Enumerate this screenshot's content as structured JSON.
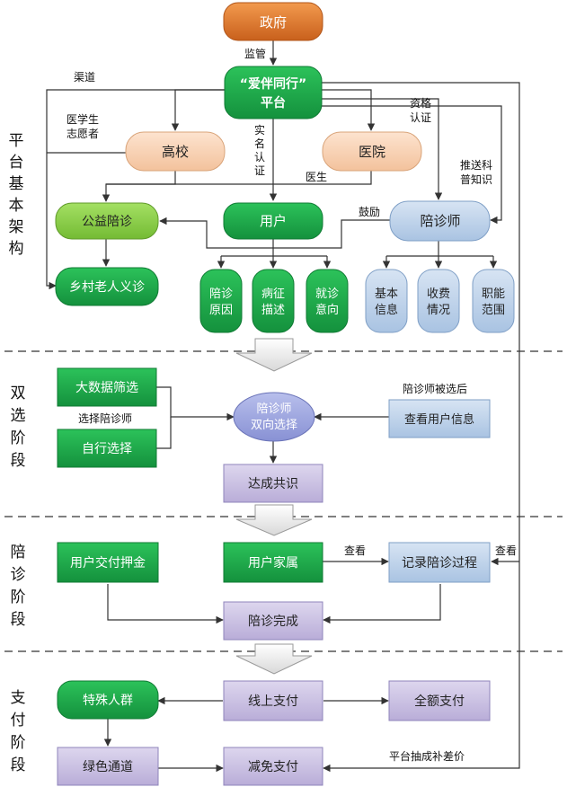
{
  "stages": {
    "platform": [
      "平",
      "台",
      "基",
      "本",
      "架",
      "构"
    ],
    "dual": [
      "双",
      "选",
      "阶",
      "段"
    ],
    "escort": [
      "陪",
      "诊",
      "阶",
      "段"
    ],
    "payment": [
      "支",
      "付",
      "阶",
      "段"
    ]
  },
  "nodes": {
    "government": "政府",
    "platform": [
      "“爱伴同行”",
      "平台"
    ],
    "university": "高校",
    "hospital": "医院",
    "charity": "公益陪诊",
    "user": "用户",
    "escort": "陪诊师",
    "rural": "乡村老人义诊",
    "reason": [
      "陪诊",
      "原因"
    ],
    "symptom": [
      "病征",
      "描述"
    ],
    "intent": [
      "就诊",
      "意向"
    ],
    "basic_info": [
      "基本",
      "信息"
    ],
    "fee": [
      "收费",
      "情况"
    ],
    "scope": [
      "职能",
      "范围"
    ],
    "big_data": "大数据筛选",
    "self_select": "自行选择",
    "two_way": [
      "陪诊师",
      "双向选择"
    ],
    "view_user": "查看用户信息",
    "consensus": "达成共识",
    "deposit": "用户交付押金",
    "family": "用户家属",
    "record": "记录陪诊过程",
    "complete": "陪诊完成",
    "special": "特殊人群",
    "online_pay": "线上支付",
    "full_pay": "全额支付",
    "green": "绿色通道",
    "reduced": "减免支付"
  },
  "labels": {
    "supervise": "监管",
    "channel": "渠道",
    "med_volunteer": [
      "医学生",
      "志愿者"
    ],
    "realname": [
      "实",
      "名",
      "认",
      "证"
    ],
    "qualification": [
      "资格",
      "认证"
    ],
    "doctor": "医生",
    "push": [
      "推送科",
      "普知识"
    ],
    "encourage": "鼓励",
    "choose_escort": "选择陪诊师",
    "escort_selected": "陪诊师被选后",
    "view1": "查看",
    "view2": "查看",
    "subsidy": "平台抽成补差价"
  },
  "colors": {
    "gov": "#e07a2b",
    "green_dark": "#1faa4b",
    "green_light": "#8fd14f",
    "peach": "#f8d2b4",
    "blue_light": "#c3d6ec",
    "purple": "#cfc6e6",
    "oval": "#9ea6df"
  }
}
